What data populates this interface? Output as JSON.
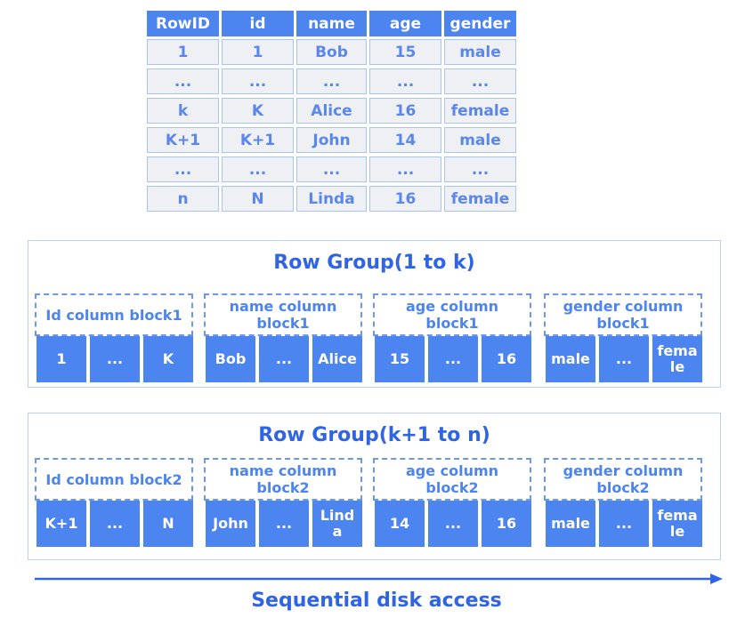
{
  "table": {
    "headers": [
      "RowID",
      "id",
      "name",
      "age",
      "gender"
    ],
    "rows": [
      [
        "1",
        "1",
        "Bob",
        "15",
        "male"
      ],
      [
        "...",
        "...",
        "...",
        "...",
        "..."
      ],
      [
        "k",
        "K",
        "Alice",
        "16",
        "female"
      ],
      [
        "K+1",
        "K+1",
        "John",
        "14",
        "male"
      ],
      [
        "...",
        "...",
        "...",
        "...",
        "..."
      ],
      [
        "n",
        "N",
        "Linda",
        "16",
        "female"
      ]
    ]
  },
  "row_groups": [
    {
      "title": "Row Group(1 to k)",
      "blocks": [
        {
          "label": "Id column block1",
          "values": [
            "1",
            "...",
            "K"
          ]
        },
        {
          "label": "name column block1",
          "values": [
            "Bob",
            "...",
            "Alice"
          ]
        },
        {
          "label": "age column block1",
          "values": [
            "15",
            "...",
            "16"
          ]
        },
        {
          "label": "gender column block1",
          "values": [
            "male",
            "...",
            "female"
          ]
        }
      ]
    },
    {
      "title": "Row Group(k+1 to n)",
      "blocks": [
        {
          "label": "Id column block2",
          "values": [
            "K+1",
            "...",
            "N"
          ]
        },
        {
          "label": "name column block2",
          "values": [
            "John",
            "...",
            "Linda"
          ]
        },
        {
          "label": "age column block2",
          "values": [
            "14",
            "...",
            "16"
          ]
        },
        {
          "label": "gender column block2",
          "values": [
            "male",
            "...",
            "female"
          ]
        }
      ]
    }
  ],
  "footer": {
    "label": "Sequential disk access"
  },
  "colors": {
    "primary": "#4c84f0",
    "title": "#2f64e6",
    "cell_bg": "#eef0f3"
  }
}
